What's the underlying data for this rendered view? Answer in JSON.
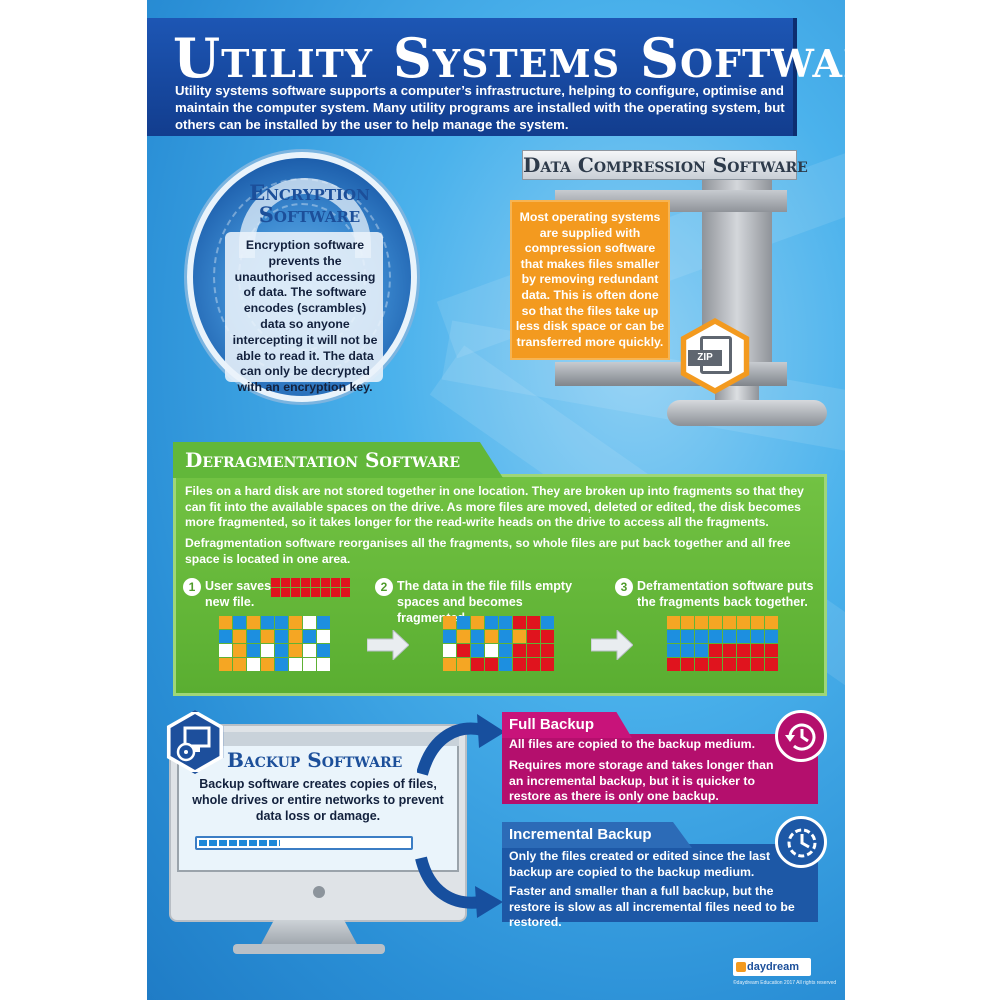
{
  "title": "Utility Systems Software",
  "intro": "Utility systems software supports a computer’s infrastructure, helping to configure, optimise and maintain the computer system. Many utility programs are installed with the operating system, but others can be installed by the user to help manage the system.",
  "encryption": {
    "title": "Encryption Software",
    "text": "Encryption software prevents the unauthorised accessing of data. The software encodes (scrambles) data so anyone intercepting it will not be able to read it. The data can only be decrypted with an encryption key."
  },
  "compression": {
    "title": "Data Compression Software",
    "text": "Most operating systems are supplied with compression software that makes files smaller by removing redundant data. This is often done so that the files take up less disk space or can be transferred more quickly.",
    "zip_label": "ZIP"
  },
  "defrag": {
    "title": "Defragmentation Software",
    "para1": "Files on a hard disk are not stored together in one location. They are broken up into fragments so that they can fit into the available spaces on the drive. As more files are moved, deleted or edited, the disk becomes more fragmented, so it takes longer for the read-write heads on the drive to access all the fragments.",
    "para2": "Defragmentation software reorganises all the fragments, so whole files are put back together and all free space is located in one area.",
    "steps": [
      {
        "num": "1",
        "text": "User saves new file."
      },
      {
        "num": "2",
        "text": "The data in the file fills empty spaces and becomes fragmented."
      },
      {
        "num": "3",
        "text": "Deframentation software puts the fragments back together."
      }
    ],
    "colors": {
      "orange": "#f5a623",
      "blue": "#1d8fe0",
      "white": "#ffffff",
      "red": "#e0141e"
    },
    "grids": [
      [
        "OBOBBOWB",
        "BOBOBOBW",
        "WOBWBOWB",
        "OOWOBWWW"
      ],
      [
        "OBOBBRRB",
        "BOBOBORR",
        "WRBWBRRR",
        "OORRBRRR"
      ],
      [
        "OOOOOOOO",
        "BBBBBBBB",
        "BBBRRRRR",
        "RRRRRRRR"
      ]
    ],
    "new_file_grid": [
      "RRRRRRRR",
      "RRRRRRRR"
    ]
  },
  "backup": {
    "title": "Backup Software",
    "text": "Backup software creates copies of files, whole drives or entire networks to prevent data loss or damage.",
    "progress": 0.38
  },
  "full_backup": {
    "title": "Full Backup",
    "text1": "All files are copied to the backup medium.",
    "text2": "Requires more storage and takes longer than an incremental backup, but it is quicker to restore as there is only one backup."
  },
  "incremental_backup": {
    "title": "Incremental Backup",
    "text1": "Only the files created or edited since the last backup are copied to the backup medium.",
    "text2": "Faster and smaller than a full backup, but the restore is slow as all incremental files need to be restored."
  },
  "logo": {
    "name": "daydream",
    "copyright": "©daydream Education 2017 All rights reserved"
  }
}
